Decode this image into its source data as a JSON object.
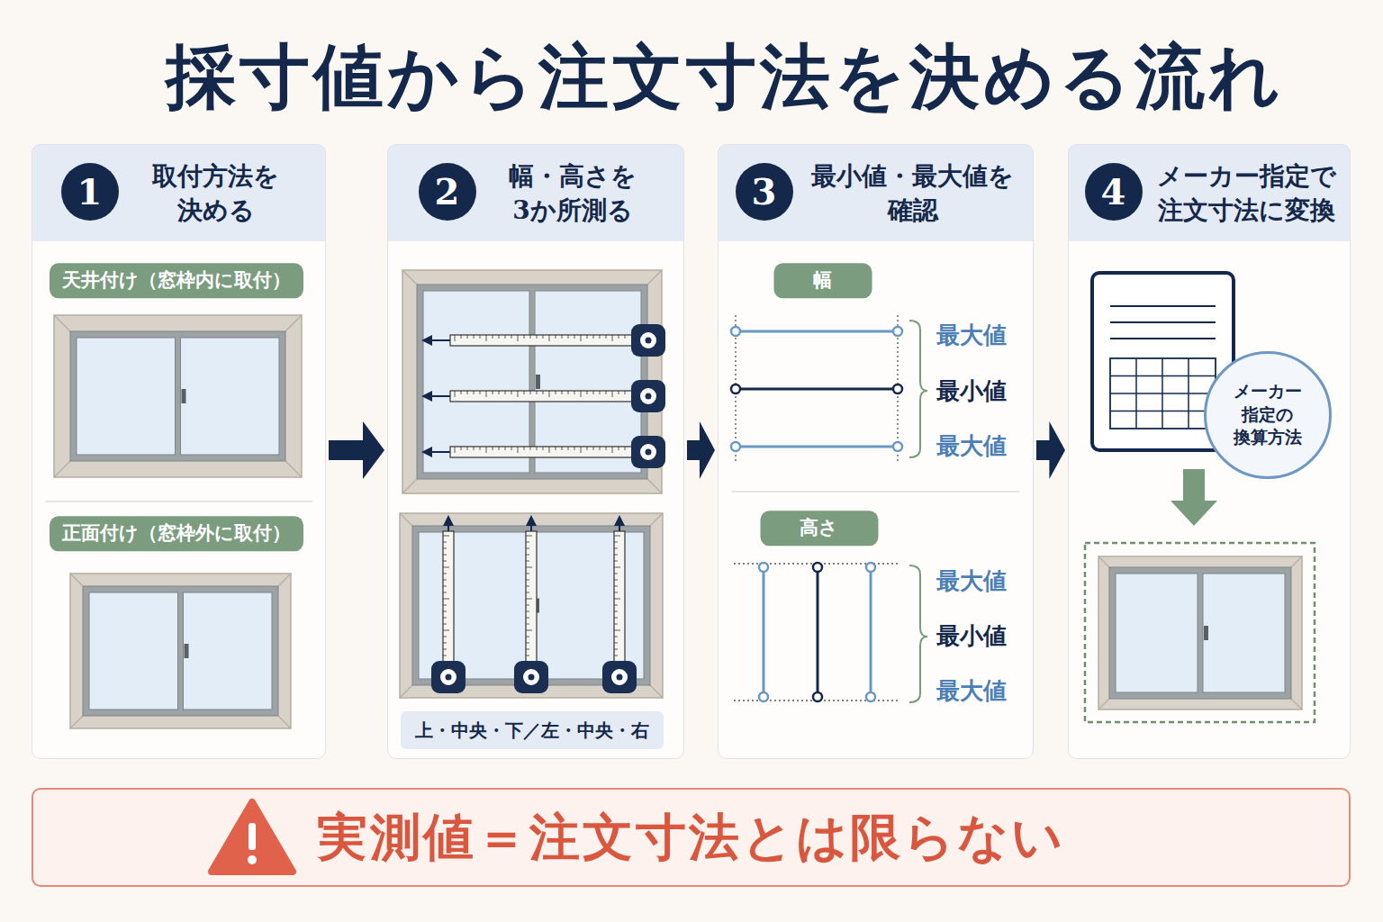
{
  "diagram": {
    "title": "採寸値から注文寸法を決める流れ",
    "nodes": [
      {
        "text": [
          "取付方法を 決める"
        ]
      },
      {
        "text": [
          "1"
        ],
        "in": 0
      },
      {
        "text": [
          "天井付け（窓枠内に取付）"
        ],
        "in": 0
      },
      {
        "text": [
          "正面付け（窓枠外に取付）"
        ],
        "in": 0
      },
      {
        "text": [
          "幅・高さを 3か所測る"
        ]
      },
      {
        "text": [
          "2"
        ],
        "in": 4
      },
      {
        "text": [
          "上・中央・下／左・中央・右"
        ],
        "in": 4
      },
      {
        "text": [
          "最小値・最大値を 確認"
        ]
      },
      {
        "text": [
          "3"
        ],
        "in": 7
      },
      {
        "text": [
          "幅"
        ],
        "in": 7
      },
      {
        "text": [
          "高さ"
        ],
        "in": 7
      },
      {
        "text": [
          "メーカー指定で 注文寸法に変換"
        ]
      },
      {
        "text": [
          "4"
        ],
        "in": 11
      },
      {
        "text": [
          "メーカー 指定の 換算方法"
        ],
        "in": 11
      },
      {
        "text": [
          "実測値＝注文寸法とは限らない"
        ]
      }
    ],
    "edges": [
      {
        "from": 0,
        "to": 4,
        "arrow": "to"
      },
      {
        "from": 4,
        "to": 7,
        "arrow": "to"
      },
      {
        "from": 7,
        "to": 11,
        "arrow": "to"
      }
    ],
    "labels": [
      "最大値",
      "最小値",
      "最大値",
      "最大値",
      "最小値",
      "最大値"
    ]
  }
}
